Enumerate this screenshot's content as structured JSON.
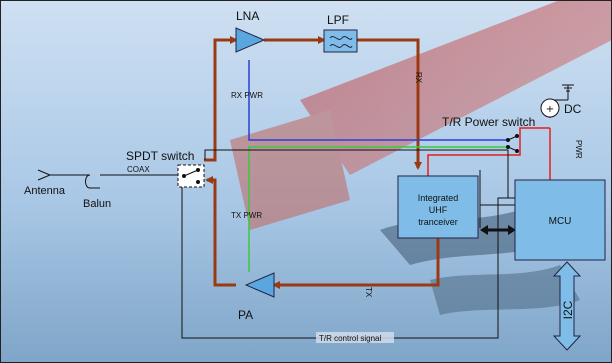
{
  "labels": {
    "lna": "LNA",
    "lpf": "LPF",
    "rx_pwr": "RX PWR",
    "rx": "RX",
    "tr_power_switch": "T/R Power switch",
    "dc": "DC",
    "spdt_switch": "SPDT switch",
    "antenna": "Antenna",
    "coax": "COAX",
    "balun": "Balun",
    "tx_pwr": "TX PWR",
    "pwr": "PWR",
    "transceiver_line1": "Integrated",
    "transceiver_line2": "UHF",
    "transceiver_line3": "tranceiver",
    "mcu": "MCU",
    "tx": "TX",
    "pa": "PA",
    "i2c": "I2C",
    "tr_control_signal": "T/R control signal"
  },
  "colors": {
    "rf_path": "#9b3a12",
    "rx_power": "#2a3fd6",
    "tx_power": "#3cc83c",
    "supply": "#e02020",
    "amplifier_fill": "#5aa6df",
    "block_fill": "#7fbde8",
    "i2c_arrow": "#7fbde8",
    "background_sky": "#a9cbea"
  }
}
